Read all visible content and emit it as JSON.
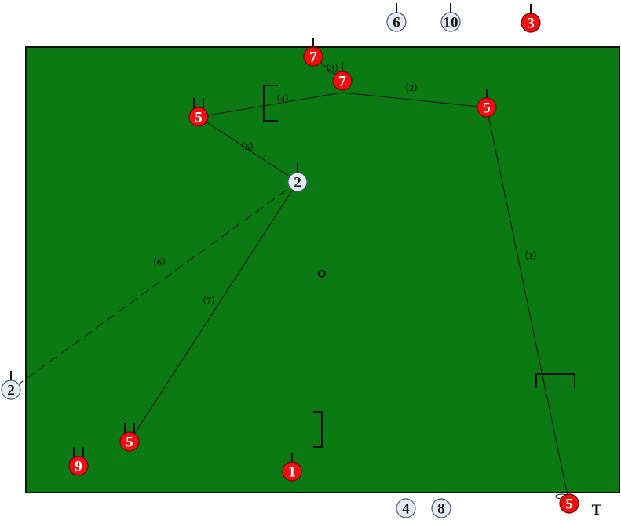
{
  "colors": {
    "pitch": "#0b7a13",
    "pitch_border": "#111111",
    "red_player": "#ee1111",
    "white_player": "#e6ebf3",
    "line": "#111111"
  },
  "players": [
    {
      "id": "p-top-6",
      "number": "6",
      "team": "white"
    },
    {
      "id": "p-top-10",
      "number": "10",
      "team": "white"
    },
    {
      "id": "p-top-3",
      "number": "3",
      "team": "red"
    },
    {
      "id": "p-7a",
      "number": "7",
      "team": "red"
    },
    {
      "id": "p-7b",
      "number": "7",
      "team": "red"
    },
    {
      "id": "p-5-left",
      "number": "5",
      "team": "red"
    },
    {
      "id": "p-5-right",
      "number": "5",
      "team": "red"
    },
    {
      "id": "p-2-center",
      "number": "2",
      "team": "white"
    },
    {
      "id": "p-2-left",
      "number": "2",
      "team": "white"
    },
    {
      "id": "p-5-low",
      "number": "5",
      "team": "red"
    },
    {
      "id": "p-9",
      "number": "9",
      "team": "red"
    },
    {
      "id": "p-1",
      "number": "1",
      "team": "red"
    },
    {
      "id": "p-4",
      "number": "4",
      "team": "white"
    },
    {
      "id": "p-8",
      "number": "8",
      "team": "white"
    },
    {
      "id": "p-5-bottom",
      "number": "5",
      "team": "red"
    }
  ],
  "pass_labels": [
    "（1）",
    "（2）",
    "（3）",
    "（4）",
    "（5）",
    "（6）",
    "（7）"
  ],
  "pass_styles": [
    "solid",
    "solid",
    "solid",
    "solid",
    "solid",
    "dashed",
    "solid"
  ],
  "cone_symbol": "T"
}
